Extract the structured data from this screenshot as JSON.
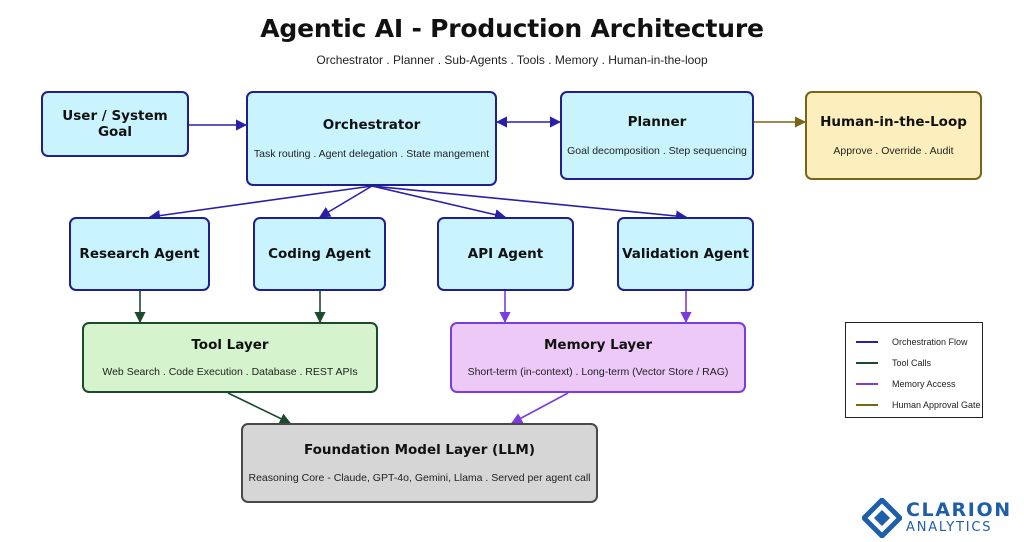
{
  "title": "Agentic AI - Production Architecture",
  "subtitle": "Orchestrator . Planner . Sub-Agents . Tools . Memory . Human-in-the-loop",
  "colors": {
    "orchestration": "#2b1fa8",
    "tool": "#1d4a2c",
    "memory": "#7a3ce0",
    "human": "#7a6516",
    "brand": "#1f5ea8"
  },
  "nodes": {
    "goal": {
      "title": "User / System Goal"
    },
    "orchestrator": {
      "title": "Orchestrator",
      "desc": "Task routing . Agent delegation . State mangement"
    },
    "planner": {
      "title": "Planner",
      "desc": "Goal decomposition . Step sequencing"
    },
    "human": {
      "title": "Human-in-the-Loop",
      "desc": "Approve . Override . Audit"
    },
    "research": {
      "title": "Research Agent"
    },
    "coding": {
      "title": "Coding Agent"
    },
    "api": {
      "title": "API Agent"
    },
    "validation": {
      "title": "Validation Agent"
    },
    "tool_layer": {
      "title": "Tool Layer",
      "desc": "Web Search . Code Execution . Database . REST APIs"
    },
    "memory_layer": {
      "title": "Memory Layer",
      "desc": "Short-term (in-context) . Long-term (Vector Store / RAG)"
    },
    "foundation": {
      "title": "Foundation Model Layer (LLM)",
      "desc": "Reasoning Core - Claude, GPT-4o, Gemini, Llama . Served per agent call"
    }
  },
  "legend": [
    {
      "label": "Orchestration Flow",
      "color": "#2b1fa8"
    },
    {
      "label": "Tool Calls",
      "color": "#1d4a2c"
    },
    {
      "label": "Memory Access",
      "color": "#7a3ce0"
    },
    {
      "label": "Human Approval Gate",
      "color": "#7a6516"
    }
  ],
  "brand": {
    "name": "CLARION",
    "sub": "ANALYTICS"
  }
}
